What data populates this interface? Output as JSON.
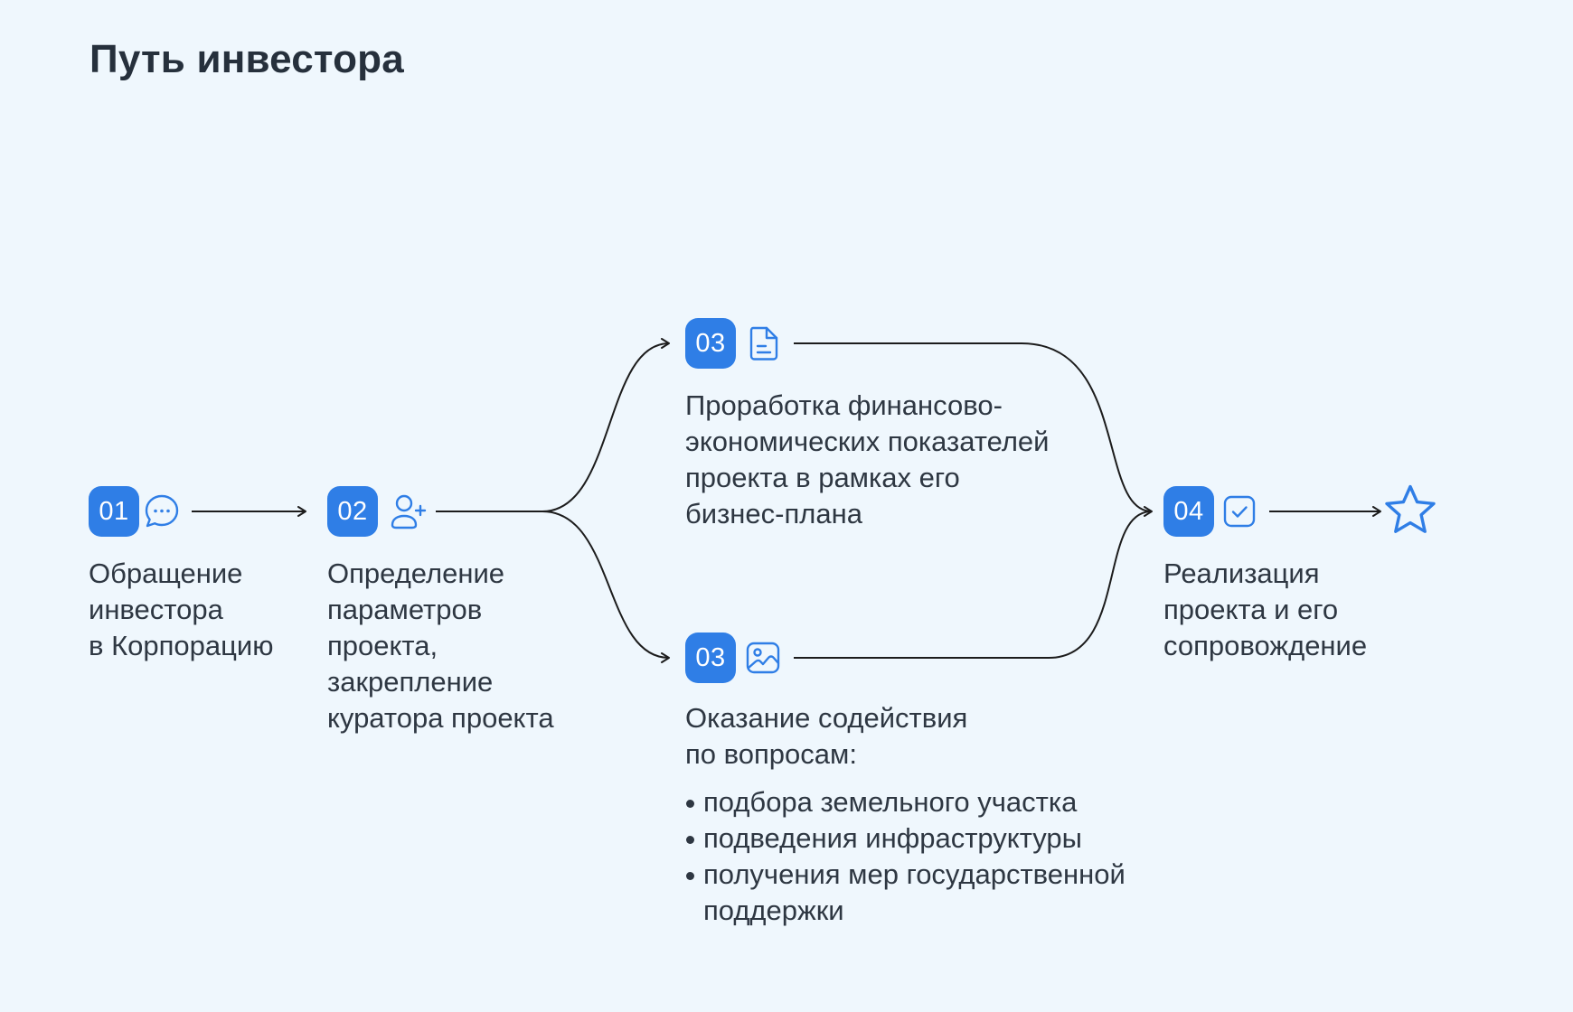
{
  "title": "Путь инвестора",
  "colors": {
    "background": "#eff7fd",
    "accent": "#2f7ee6",
    "text": "#2e3742",
    "line": "#1c1c1c"
  },
  "steps": [
    {
      "badge": "01",
      "icon": "chat-bubble-icon",
      "label": "Обращение\nинвестора\nв Корпорацию"
    },
    {
      "badge": "02",
      "icon": "user-add-icon",
      "label": "Определение\nпараметров\nпроекта,\nзакрепление\nкуратора проекта"
    },
    {
      "badge": "03",
      "icon": "document-icon",
      "label": "Проработка финансово-\nэкономических показателей\nпроекта в рамках его\nбизнес-плана"
    },
    {
      "badge": "03",
      "icon": "image-icon",
      "label": "Оказание содействия\nпо вопросам:",
      "bullets": [
        "подбора земельного участка",
        "подведения инфраструктуры",
        "получения мер государственной\nподдержки"
      ]
    },
    {
      "badge": "04",
      "icon": "checkbox-icon",
      "label": "Реализация\nпроекта и его\nсопровождение"
    }
  ],
  "end_icon": "star-icon"
}
